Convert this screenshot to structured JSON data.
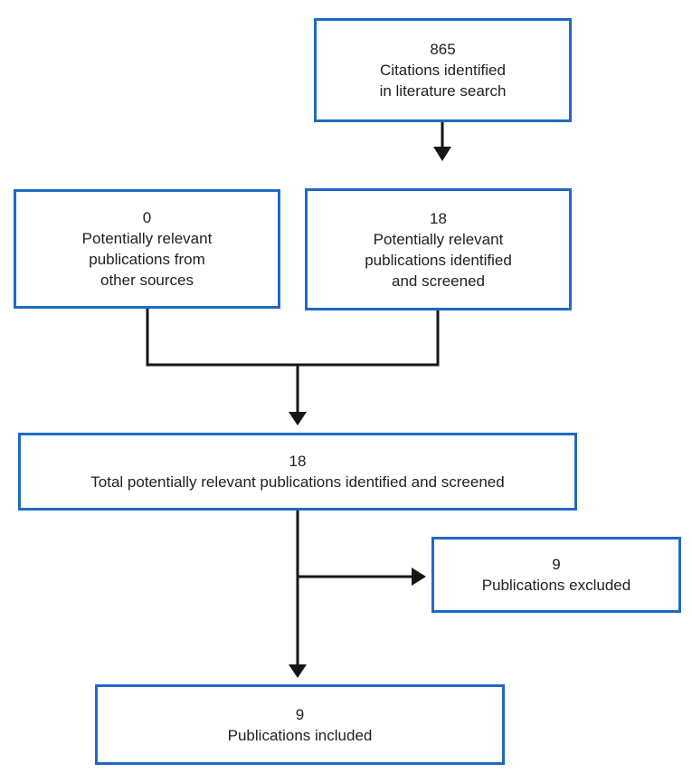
{
  "diagram": {
    "type": "flowchart",
    "title_semantic": "literature-screening-flow",
    "accent_color": "#2069C4",
    "line_color": "#161616",
    "text_color": "#212121",
    "background_color": "#FFFFFF",
    "boxes": [
      {
        "id": "citations",
        "value": "865",
        "label": "Citations identified\nin literature search"
      },
      {
        "id": "other_sources",
        "value": "0",
        "label": "Potentially relevant\npublications from\nother sources"
      },
      {
        "id": "screened",
        "value": "18",
        "label": "Potentially relevant\npublications identified\nand screened"
      },
      {
        "id": "total_screened",
        "value": "18",
        "label": "Total potentially relevant publications identified and screened"
      },
      {
        "id": "excluded",
        "value": "9",
        "label": "Publications excluded"
      },
      {
        "id": "included",
        "value": "9",
        "label": "Publications included"
      }
    ],
    "edges": [
      {
        "from": "citations",
        "to": "screened"
      },
      {
        "from": "other_sources",
        "to": "total_screened"
      },
      {
        "from": "screened",
        "to": "total_screened"
      },
      {
        "from": "total_screened",
        "to": "excluded"
      },
      {
        "from": "total_screened",
        "to": "included"
      }
    ]
  }
}
